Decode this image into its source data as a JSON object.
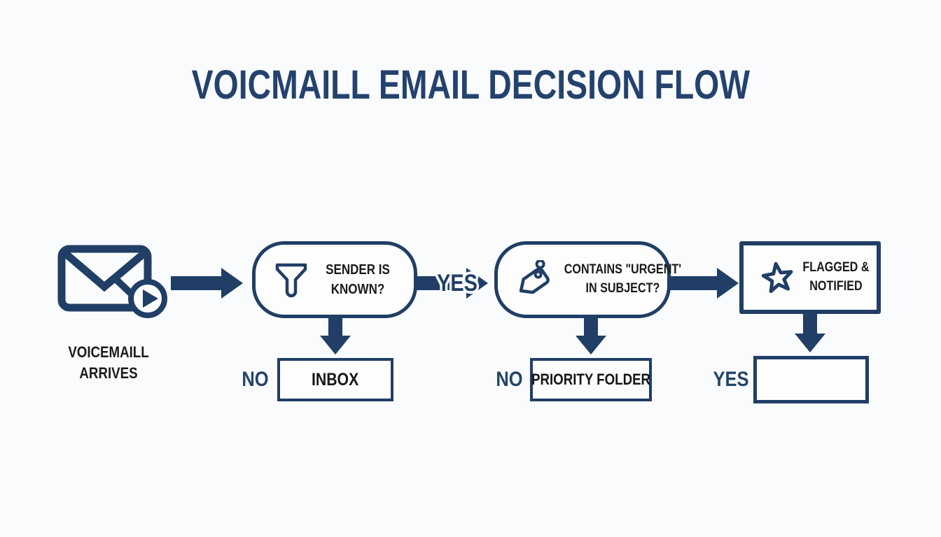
{
  "title": "VOICMAILL EMAIL DECISION FLOW",
  "colors": {
    "navy": "#203e66",
    "title_navy": "#24426e",
    "text_dark": "#1a1a1a",
    "background": "#fafbfc"
  },
  "source": {
    "icon": "voicemail-email-icon",
    "label_line1": "VOICEMAILL",
    "label_line2": "ARRIVES"
  },
  "nodes": [
    {
      "id": "sender-known",
      "icon": "funnel-icon",
      "line1": "SENDER IS",
      "line2": "KNOWN?"
    },
    {
      "id": "contains-urgent",
      "icon": "tag-icon",
      "line1": "CONTAINS \"URGENT'",
      "line2": "IN SUBJECT?"
    },
    {
      "id": "flagged-notified",
      "icon": "star-icon",
      "line1": "FLAGGED &",
      "line2": "NOTIFIED"
    }
  ],
  "edges": {
    "yes_label": "YES"
  },
  "outcomes": [
    {
      "branch_label": "NO",
      "label": "INBOX"
    },
    {
      "branch_label": "NO",
      "label": "PRIORITY FOLDER"
    },
    {
      "branch_label": "YES",
      "label": ""
    }
  ]
}
